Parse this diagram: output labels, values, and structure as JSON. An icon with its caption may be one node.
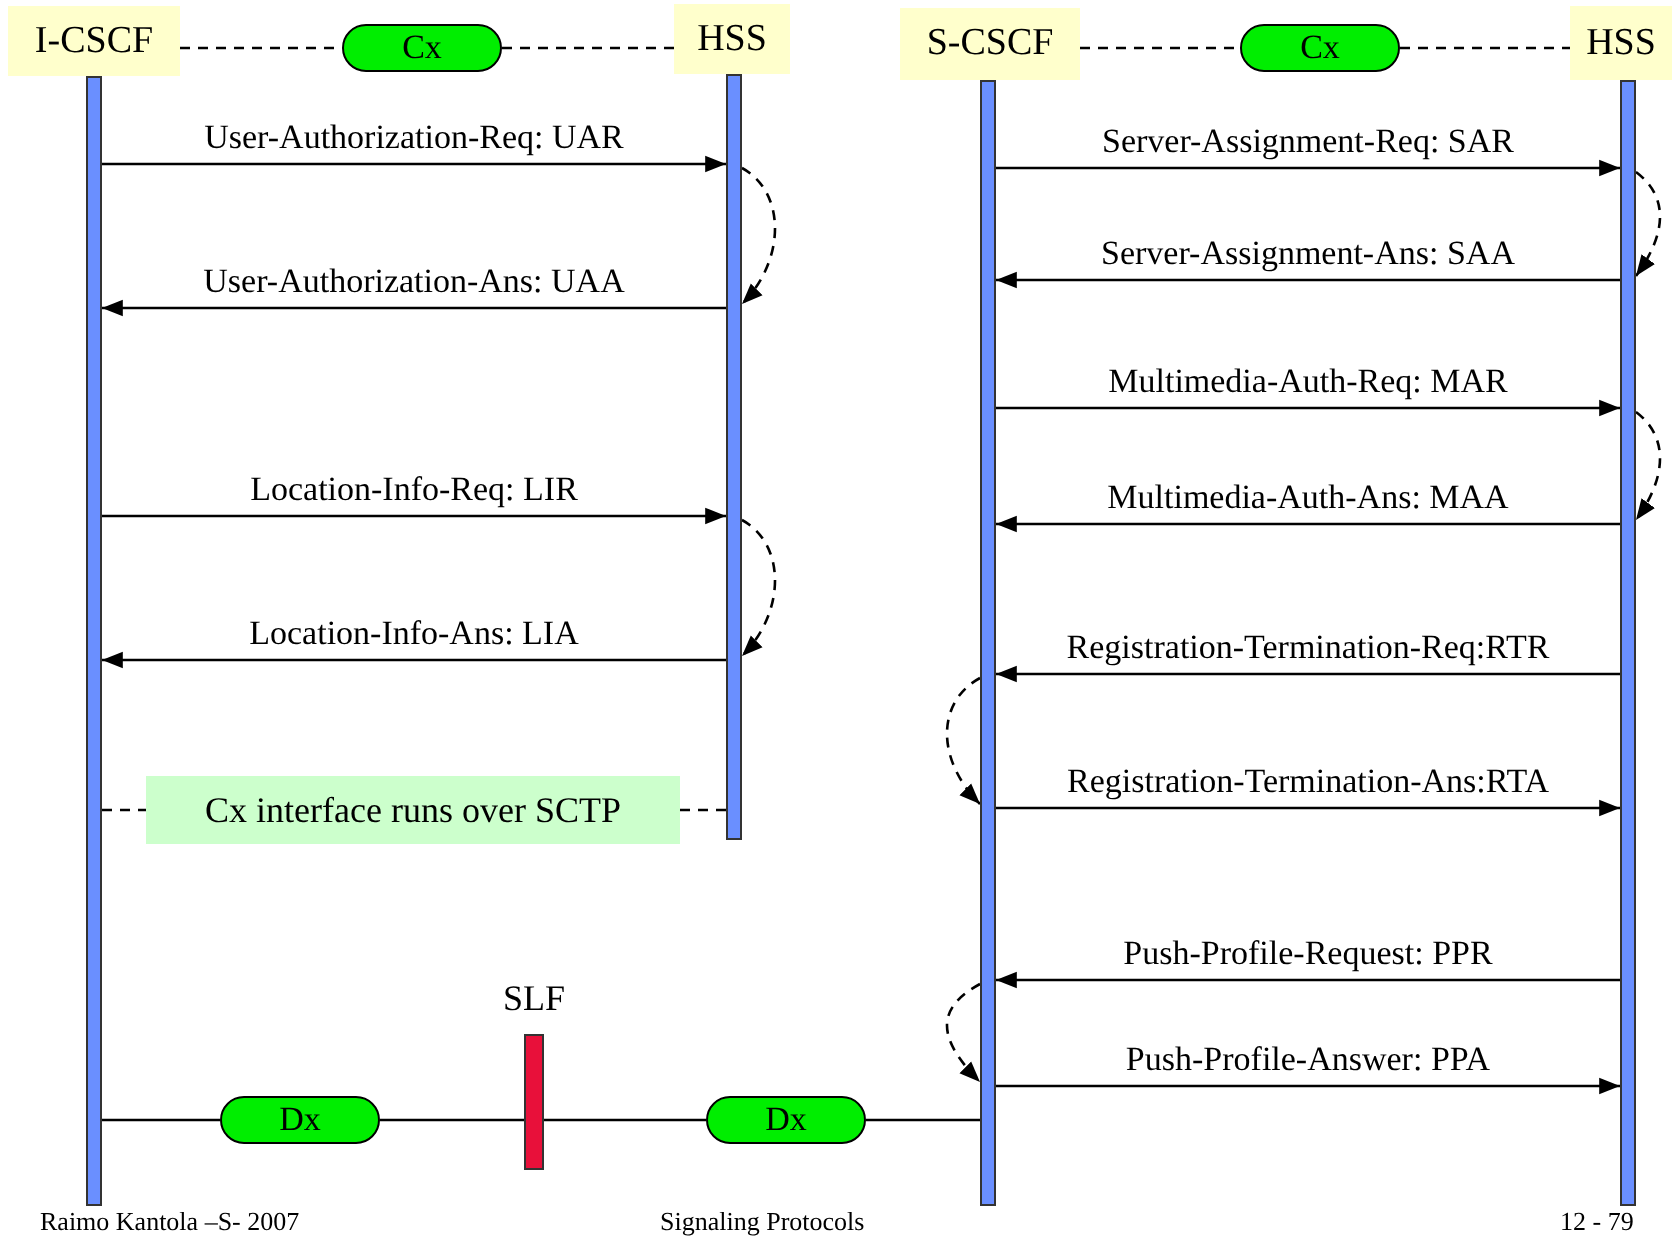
{
  "diagram": {
    "nodes": [
      {
        "text": [
          "I-CSCF"
        ]
      },
      {
        "text": [
          "Cx"
        ]
      },
      {
        "text": [
          "HSS"
        ]
      },
      {
        "text": [
          "S-CSCF"
        ]
      },
      {
        "text": [
          "Cx"
        ]
      },
      {
        "text": [
          "HSS"
        ]
      },
      {
        "text": [],
        "shape": "bar"
      },
      {
        "text": [],
        "shape": "bar"
      },
      {
        "text": [],
        "shape": "bar"
      },
      {
        "text": [],
        "shape": "bar"
      },
      {
        "text": [
          "Cx interface runs over SCTP"
        ]
      },
      {
        "text": [
          "SLF"
        ]
      },
      {
        "text": [
          "Dx"
        ]
      },
      {
        "text": [
          "Dx"
        ]
      }
    ],
    "edges": [
      {
        "from": 0,
        "to": 1,
        "arrow": "none",
        "style": "dashed"
      },
      {
        "from": 1,
        "to": 2,
        "arrow": "none",
        "style": "dashed"
      },
      {
        "from": 3,
        "to": 4,
        "arrow": "none",
        "style": "dashed"
      },
      {
        "from": 4,
        "to": 5,
        "arrow": "none",
        "style": "dashed"
      },
      {
        "from": 6,
        "to": 7,
        "arrow": "to",
        "label": "User-Authorization-Req: UAR"
      },
      {
        "from": 7,
        "to": 7,
        "arrow": "to",
        "style": "dashed"
      },
      {
        "from": 7,
        "to": 6,
        "arrow": "to",
        "label": "User-Authorization-Ans: UAA"
      },
      {
        "from": 6,
        "to": 7,
        "arrow": "to",
        "label": "Location-Info-Req: LIR"
      },
      {
        "from": 7,
        "to": 7,
        "arrow": "to",
        "style": "dashed"
      },
      {
        "from": 7,
        "to": 6,
        "arrow": "to",
        "label": "Location-Info-Ans: LIA"
      },
      {
        "from": 6,
        "to": 10,
        "arrow": "none",
        "style": "dashed"
      },
      {
        "from": 10,
        "to": 7,
        "arrow": "none",
        "style": "dashed"
      },
      {
        "from": 8,
        "to": 9,
        "arrow": "to",
        "label": "Server-Assignment-Req: SAR"
      },
      {
        "from": 9,
        "to": 9,
        "arrow": "to",
        "style": "dashed"
      },
      {
        "from": 9,
        "to": 8,
        "arrow": "to",
        "label": "Server-Assignment-Ans: SAA"
      },
      {
        "from": 8,
        "to": 9,
        "arrow": "to",
        "label": "Multimedia-Auth-Req: MAR"
      },
      {
        "from": 9,
        "to": 9,
        "arrow": "to",
        "style": "dashed"
      },
      {
        "from": 9,
        "to": 8,
        "arrow": "to",
        "label": "Multimedia-Auth-Ans: MAA"
      },
      {
        "from": 9,
        "to": 8,
        "arrow": "to",
        "label": "Registration-Termination-Req:RTR"
      },
      {
        "from": 8,
        "to": 8,
        "arrow": "to",
        "style": "dashed"
      },
      {
        "from": 8,
        "to": 9,
        "arrow": "to",
        "label": "Registration-Termination-Ans:RTA"
      },
      {
        "from": 9,
        "to": 8,
        "arrow": "to",
        "label": "Push-Profile-Request: PPR"
      },
      {
        "from": 8,
        "to": 8,
        "arrow": "to",
        "style": "dashed"
      },
      {
        "from": 8,
        "to": 9,
        "arrow": "to",
        "label": "Push-Profile-Answer: PPA"
      },
      {
        "from": 6,
        "to": 12,
        "arrow": "none"
      },
      {
        "from": 12,
        "to": 11,
        "arrow": "none"
      },
      {
        "from": 11,
        "to": 13,
        "arrow": "none"
      },
      {
        "from": 13,
        "to": 8,
        "arrow": "none"
      }
    ],
    "labels": [
      "Raimo Kantola –S- 2007",
      "Signaling Protocols",
      "12 - 79"
    ]
  }
}
